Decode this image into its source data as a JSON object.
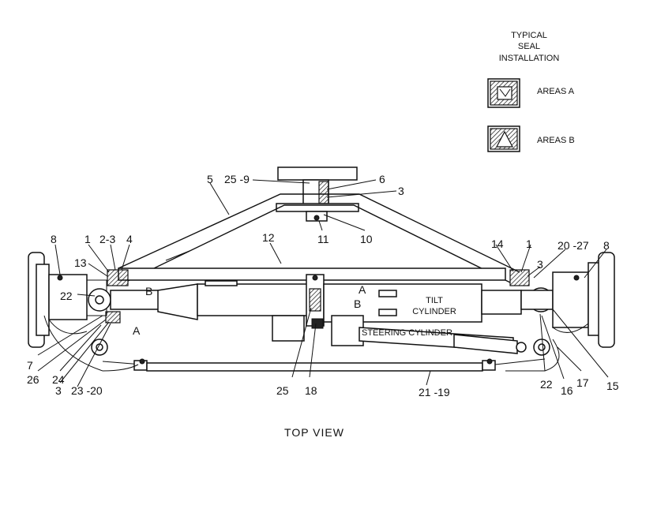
{
  "legend": {
    "title_lines": [
      "TYPICAL",
      "SEAL",
      "INSTALLATION"
    ],
    "items": [
      {
        "label": "AREAS A",
        "icon": "seal-a-icon"
      },
      {
        "label": "AREAS B",
        "icon": "seal-b-icon"
      }
    ]
  },
  "callouts": {
    "n5": "5",
    "n25_9": "25 -9",
    "n6": "6",
    "n3_top": "3",
    "n11": "11",
    "n10": "10",
    "n12": "12",
    "n8_left": "8",
    "n1_left": "1",
    "n2_3": "2-3",
    "n4": "4",
    "n13": "13",
    "n22_left": "22",
    "b_left": "B",
    "a_left": "A",
    "n7": "7",
    "n26": "26",
    "n24": "24",
    "n3_left": "3",
    "n23_20": "23 -20",
    "a_center": "A",
    "b_center": "B",
    "n25_bottom": "25",
    "n18": "18",
    "n21_19": "21 -19",
    "n14": "14",
    "n1_right": "1",
    "n20_27": "20 -27",
    "n8_right": "8",
    "n3_right": "3",
    "n22_right": "22",
    "n16": "16",
    "n17": "17",
    "n15": "15"
  },
  "component_labels": {
    "tilt_line1": "TILT",
    "tilt_line2": "CYLINDER",
    "steering": "STEERING CYLINDER"
  },
  "caption": "TOP VIEW"
}
